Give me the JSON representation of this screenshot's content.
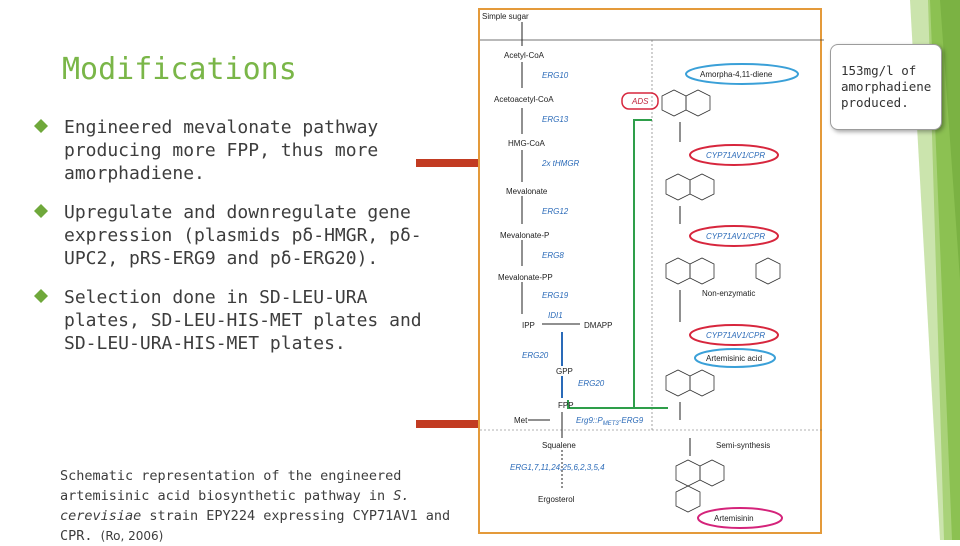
{
  "slide": {
    "title": "Modifications",
    "bullets": [
      "Engineered mevalonate pathway producing more FPP, thus more amorphadiene.",
      "Upregulate and downregulate gene expression (plasmids pδ-HMGR, pδ-UPC2, pRS-ERG9 and pδ-ERG20).",
      "Selection done in SD-LEU-URA plates, SD-LEU-HIS-MET plates and SD-LEU-URA-HIS-MET plates."
    ],
    "caption_parts": {
      "before": "Schematic representation of the engineered artemisinic acid biosynthetic pathway in ",
      "species": "S. cerevisiae",
      "after": " strain EPY224 expressing CYP71AV1 and CPR.",
      "citation": "(Ro, 2006)"
    },
    "callout": "153mg/l of amorphadiene produced."
  },
  "figure": {
    "metabolites": {
      "simple_sugar": "Simple sugar",
      "acetyl_coa": "Acetyl-CoA",
      "acetoacetyl_coa": "Acetoacetyl-CoA",
      "hmg_coa": "HMG-CoA",
      "mevalonate": "Mevalonate",
      "mevalonate_p": "Mevalonate-P",
      "mevalonate_pp": "Mevalonate-PP",
      "ipp": "IPP",
      "dmapp": "DMAPP",
      "gpp": "GPP",
      "fpp": "FPP",
      "met": "Met",
      "squalene": "Squalene",
      "ergosterol": "Ergosterol"
    },
    "enzymes": {
      "erg10": "ERG10",
      "erg13": "ERG13",
      "hmgr": "2x tHMGR",
      "erg12": "ERG12",
      "erg8": "ERG8",
      "erg19": "ERG19",
      "idi1": "IDI1",
      "erg20a": "ERG20",
      "erg20b": "ERG20",
      "erg9": "Erg9::P",
      "erg9_sub": "MET3",
      "erg9_tail": "-ERG9",
      "erg_list": "ERG1,7,11,24,25,6,2,3,5,4",
      "ads": "ADS",
      "cyp1": "CYP71AV1/CPR",
      "cyp2": "CYP71AV1/CPR",
      "cyp3": "CYP71AV1/CPR"
    },
    "products": {
      "amorphadiene": "Amorpha-4,11-diene",
      "non_enzymatic": "Non-enzymatic",
      "artemisinic_acid": "Artemisinic acid",
      "semi_synthesis": "Semi-synthesis",
      "artemisinin": "Artemisinin"
    },
    "colors": {
      "title_green": "#7ab648",
      "accent_green": "#8cc152",
      "frame_orange": "#e49a3a",
      "arrow_red": "#c23b22",
      "pathway_green": "#2e9e4a",
      "pathway_blue": "#2a6ab8",
      "circle_red": "#d7263d",
      "circle_blue": "#3aa0d8",
      "circle_magenta": "#d4237a"
    }
  }
}
